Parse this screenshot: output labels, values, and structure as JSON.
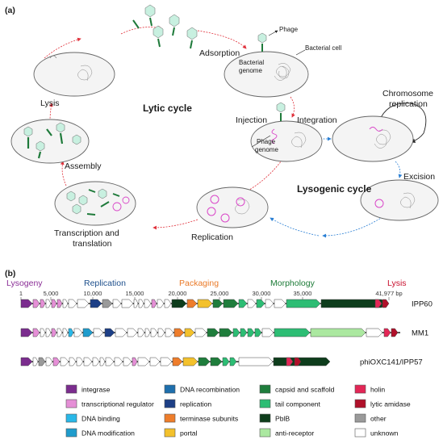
{
  "panel_a": {
    "letter": "(a)",
    "title_lytic": "Lytic cycle",
    "title_lysogenic": "Lysogenic cycle",
    "stages": {
      "adsorption": "Adsorption",
      "injection": "Injection",
      "integration": "Integration",
      "chromosome_line1": "Chromosome",
      "chromosome_line2": "replication",
      "excision": "Excision",
      "replication": "Replication",
      "transcription_line1": "Transcription and",
      "transcription_line2": "translation",
      "assembly": "Assembly",
      "lysis": "Lysis"
    },
    "callouts": {
      "phage": "Phage",
      "bacterial_cell": "Bacterial cell",
      "bacterial_genome_line1": "Bacterial",
      "bacterial_genome_line2": "genome",
      "phage_genome_line1": "Phage",
      "phage_genome_line2": "genome"
    },
    "colors": {
      "lytic_arrow": "#e0303a",
      "lysogenic_arrow": "#2a7fd4",
      "phage_head": "#c8f0e0",
      "phage_tail": "#1e7a3a",
      "phage_dna": "#d946c8",
      "cell_fill": "#f4f4f4"
    }
  },
  "panel_b": {
    "letter": "(b)",
    "modules": [
      {
        "label": "Lysogeny",
        "color": "#8a2e96"
      },
      {
        "label": "Replication",
        "color": "#1d4f8c"
      },
      {
        "label": "Packaging",
        "color": "#ea7a28"
      },
      {
        "label": "Morphology",
        "color": "#1b7a36"
      },
      {
        "label": "Lysis",
        "color": "#c8102e"
      }
    ],
    "axis_ticks": [
      "1",
      "5,000",
      "10,000",
      "15,000",
      "20,000",
      "25,000",
      "30,000",
      "35,000",
      "41,977 bp"
    ],
    "genomes": [
      "IPP60",
      "MM1",
      "phiOXC141/IPP57"
    ]
  },
  "legend": [
    {
      "label": "integrase",
      "color": "#7b2d8e"
    },
    {
      "label": "transcriptional regulator",
      "color": "#e58fd6"
    },
    {
      "label": "DNA binding",
      "color": "#29b8e8"
    },
    {
      "label": "DNA modification",
      "color": "#1f9ccc"
    },
    {
      "label": "DNA recombination",
      "color": "#1e6fad"
    },
    {
      "label": "replication",
      "color": "#1d3f86"
    },
    {
      "label": "terminase subunits",
      "color": "#ee7d2b"
    },
    {
      "label": "portal",
      "color": "#f3c12c"
    },
    {
      "label": "capsid and scaffold",
      "color": "#1f7d3c"
    },
    {
      "label": "tail component",
      "color": "#2dbd74"
    },
    {
      "label": "PblB",
      "color": "#0e3d1c"
    },
    {
      "label": "anti-receptor",
      "color": "#abe8a0"
    },
    {
      "label": "holin",
      "color": "#e32656"
    },
    {
      "label": "lytic amidase",
      "color": "#b0102a"
    },
    {
      "label": "other",
      "color": "#9a9a9a"
    },
    {
      "label": "unknown",
      "color": "#ffffff"
    }
  ]
}
